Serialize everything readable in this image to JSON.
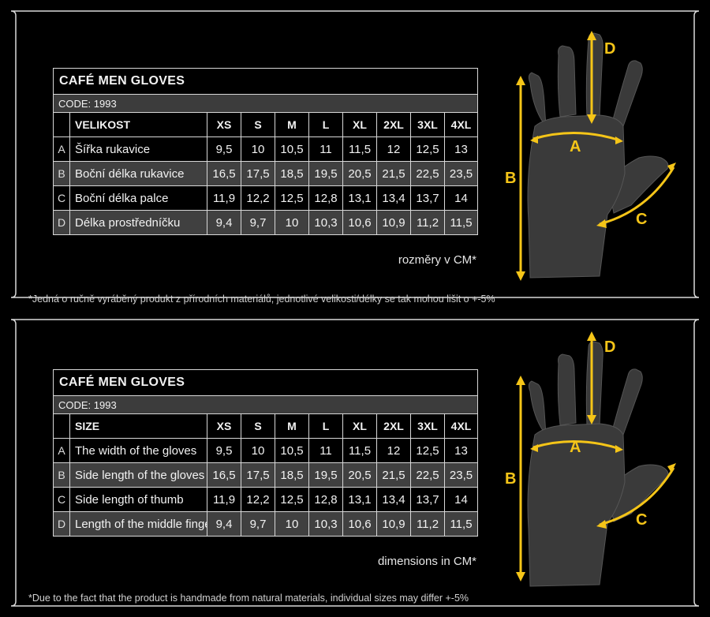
{
  "panels": [
    {
      "title": "CAFÉ MEN GLOVES",
      "code": "CODE: 1993",
      "header_label": "VELIKOST",
      "sizes": [
        "XS",
        "S",
        "M",
        "L",
        "XL",
        "2XL",
        "3XL",
        "4XL"
      ],
      "rows": [
        {
          "key": "A",
          "label": "Šířka rukavice",
          "values": [
            "9,5",
            "10",
            "10,5",
            "11",
            "11,5",
            "12",
            "12,5",
            "13"
          ]
        },
        {
          "key": "B",
          "label": "Boční délka rukavice",
          "values": [
            "16,5",
            "17,5",
            "18,5",
            "19,5",
            "20,5",
            "21,5",
            "22,5",
            "23,5"
          ]
        },
        {
          "key": "C",
          "label": "Boční délka palce",
          "values": [
            "11,9",
            "12,2",
            "12,5",
            "12,8",
            "13,1",
            "13,4",
            "13,7",
            "14"
          ]
        },
        {
          "key": "D",
          "label": "Délka prostředníčku",
          "values": [
            "9,4",
            "9,7",
            "10",
            "10,3",
            "10,6",
            "10,9",
            "11,2",
            "11,5"
          ]
        }
      ],
      "unit_note": "rozměry v CM*",
      "footnote": "*Jedná o ručně vyráběný produkt z přírodních materiálů, jednotlivé velikosti/délky se tak mohou lišit o +-5%"
    },
    {
      "title": "CAFÉ MEN GLOVES",
      "code": "CODE: 1993",
      "header_label": "SIZE",
      "sizes": [
        "XS",
        "S",
        "M",
        "L",
        "XL",
        "2XL",
        "3XL",
        "4XL"
      ],
      "rows": [
        {
          "key": "A",
          "label": "The width of the gloves",
          "values": [
            "9,5",
            "10",
            "10,5",
            "11",
            "11,5",
            "12",
            "12,5",
            "13"
          ]
        },
        {
          "key": "B",
          "label": "Side length of the gloves",
          "values": [
            "16,5",
            "17,5",
            "18,5",
            "19,5",
            "20,5",
            "21,5",
            "22,5",
            "23,5"
          ]
        },
        {
          "key": "C",
          "label": "Side length of thumb",
          "values": [
            "11,9",
            "12,2",
            "12,5",
            "12,8",
            "13,1",
            "13,4",
            "13,7",
            "14"
          ]
        },
        {
          "key": "D",
          "label": "Length of the middle finger",
          "values": [
            "9,4",
            "9,7",
            "10",
            "10,3",
            "10,6",
            "10,9",
            "11,2",
            "11,5"
          ]
        }
      ],
      "unit_note": "dimensions in CM*",
      "footnote": "*Due to the fact that the product is handmade from natural materials, individual sizes may differ +-5%"
    }
  ],
  "diagram": {
    "labels": {
      "a": "A",
      "b": "B",
      "c": "C",
      "d": "D"
    },
    "accent_color": "#f5c518",
    "glove_color": "#3a3a3a"
  }
}
